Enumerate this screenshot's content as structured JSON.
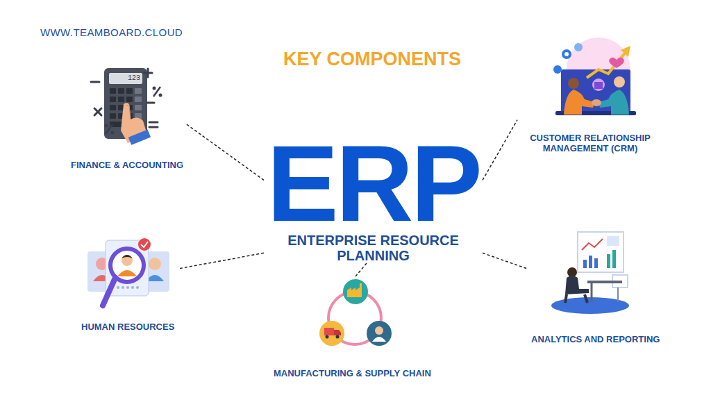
{
  "diagram": {
    "title": "KEY COMPONENTS",
    "nodes": [
      {
        "text": [
          "ERP",
          "ENTERPRISE RESOURCE PLANNING"
        ]
      },
      {
        "text": [
          "FINANCE & ACCOUNTING"
        ]
      },
      {
        "text": [
          "CUSTOMER RELATIONSHIP MANAGEMENT (CRM)"
        ]
      },
      {
        "text": [
          "HUMAN RESOURCES"
        ]
      },
      {
        "text": [
          "ANALYTICS AND REPORTING"
        ]
      },
      {
        "text": [
          "MANUFACTURING & SUPPLY CHAIN"
        ]
      }
    ],
    "edges": [
      {
        "from": 0,
        "to": 1,
        "arrow": "none"
      },
      {
        "from": 0,
        "to": 2,
        "arrow": "none"
      },
      {
        "from": 0,
        "to": 3,
        "arrow": "none"
      },
      {
        "from": 0,
        "to": 4,
        "arrow": "none"
      },
      {
        "from": 0,
        "to": 5,
        "arrow": "none"
      }
    ],
    "labels": [
      "WWW.TEAMBOARD.CLOUD",
      "123"
    ]
  }
}
